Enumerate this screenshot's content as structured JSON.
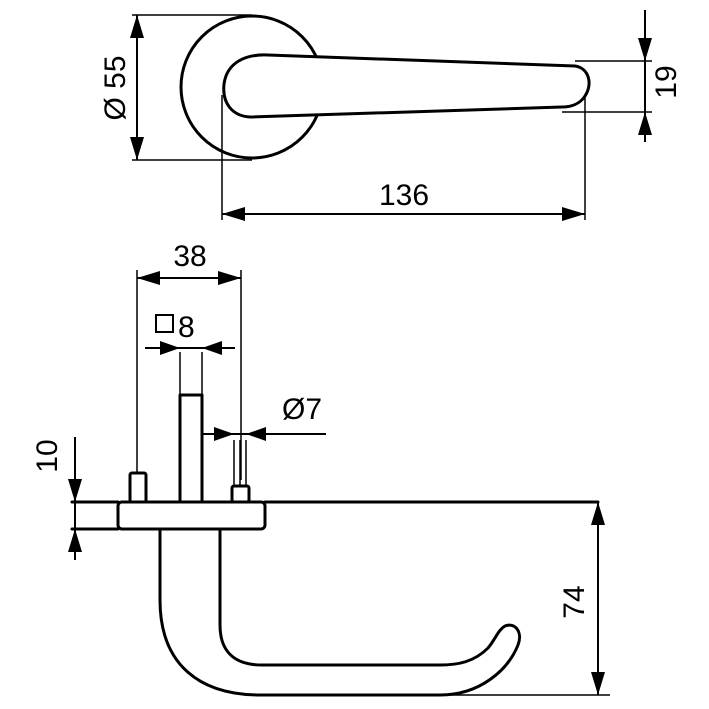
{
  "dimensions": {
    "rosette_diameter": "Ø 55",
    "handle_height": "19",
    "handle_length": "136",
    "fixing_width": "38",
    "square_spindle": "8",
    "screw_diameter": "Ø7",
    "rosette_thickness": "10",
    "handle_drop": "74"
  }
}
